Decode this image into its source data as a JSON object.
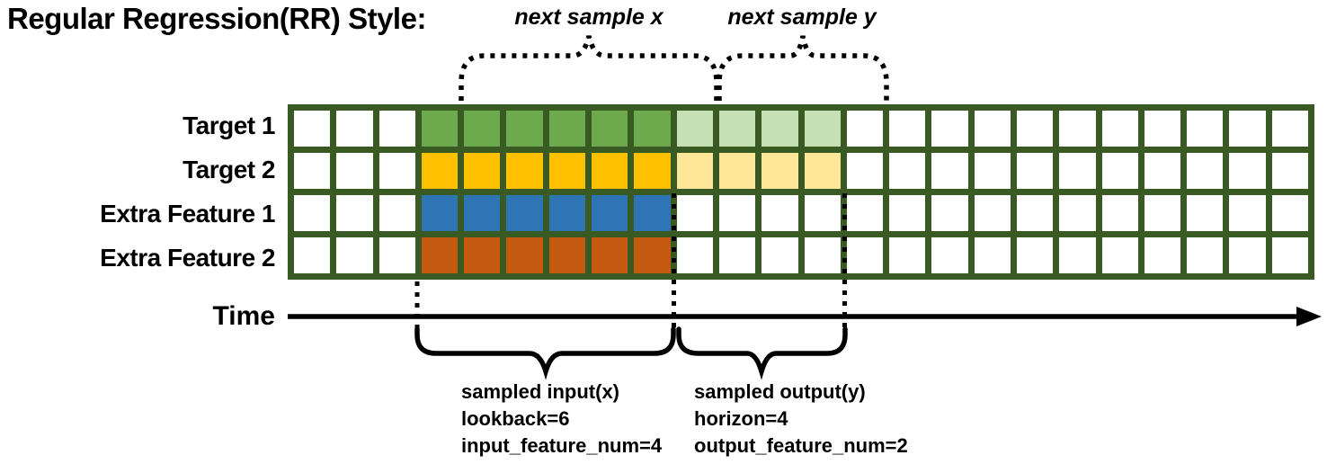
{
  "title": "Regular Regression(RR) Style:",
  "annotations": {
    "next_sample_x": "next sample x",
    "next_sample_y": "next sample y"
  },
  "colors": {
    "grid_border": "#3A5A24",
    "green": "#6CAA4D",
    "light_green": "#C5E0B4",
    "yellow": "#FFC000",
    "light_yellow": "#FFE699",
    "blue": "#2E75B6",
    "orange": "#C55A11",
    "line": "#000000",
    "cell_empty": "#FFFFFF"
  },
  "grid": {
    "columns": 24,
    "rows": [
      {
        "label": "Target 1",
        "solid": "green",
        "light": "light_green",
        "solid_range": [
          4,
          9
        ],
        "light_range": [
          10,
          13
        ]
      },
      {
        "label": "Target 2",
        "solid": "yellow",
        "light": "light_yellow",
        "solid_range": [
          4,
          9
        ],
        "light_range": [
          10,
          13
        ]
      },
      {
        "label": "Extra Feature 1",
        "solid": "blue",
        "light": null,
        "solid_range": [
          4,
          9
        ],
        "light_range": null
      },
      {
        "label": "Extra Feature 2",
        "solid": "orange",
        "light": null,
        "solid_range": [
          4,
          9
        ],
        "light_range": null
      }
    ]
  },
  "time_axis": {
    "label": "Time"
  },
  "bottom": {
    "input_lines": [
      "sampled input(x)",
      "lookback=6",
      "input_feature_num=4"
    ],
    "output_lines": [
      "sampled output(y)",
      "horizon=4",
      "output_feature_num=2"
    ]
  },
  "params": {
    "lookback": 6,
    "horizon": 4,
    "input_feature_num": 4,
    "output_feature_num": 2
  }
}
